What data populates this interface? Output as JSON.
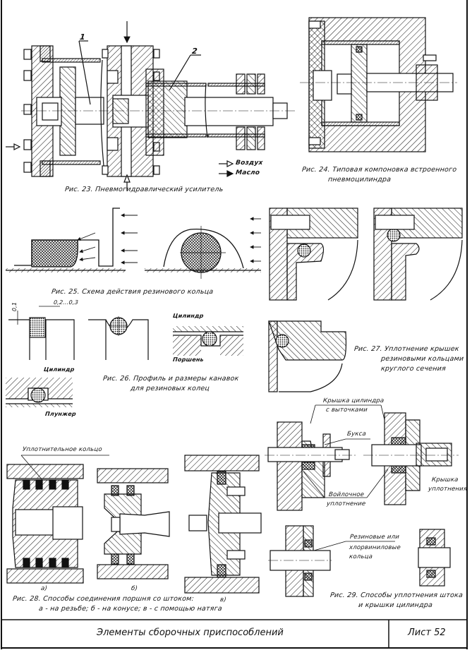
{
  "sheet": {
    "title": "Элементы сборочных приспособлений",
    "sheet_number": "Лист 52"
  },
  "fig23": {
    "caption": "Рис. 23. Пневмогидравлический усилитель",
    "callout_1": "1",
    "callout_2": "2",
    "legend": [
      {
        "label": "Воздух",
        "arrow": "hollow"
      },
      {
        "label": "Масло",
        "arrow": "filled"
      }
    ]
  },
  "fig24": {
    "caption_line1": "Рис. 24. Типовая компоновка встроенного",
    "caption_line2": "пневмоцилиндра"
  },
  "fig25": {
    "caption": "Рис. 25. Схема действия резинового кольца"
  },
  "fig26": {
    "caption_line1": "Рис. 26. Профиль и размеры канавок",
    "caption_line2": "для резиновых колец",
    "dim_gap": "0,1",
    "dim_clearance": "0,2...0,3",
    "label_cylinder_a": "Цилиндр",
    "label_piston": "Поршень",
    "label_cylinder_b": "Цилиндр",
    "label_plunger": "Плунжер"
  },
  "fig27": {
    "caption_line1": "Рис. 27. Уплотнение крышек",
    "caption_line2": "резиновыми кольцами",
    "caption_line3": "круглого сечения"
  },
  "fig28": {
    "label_ring": "Уплотнительное кольцо",
    "sub_a": "а)",
    "sub_b": "б)",
    "sub_v": "в)",
    "caption_line1": "Рис. 28. Способы соединения поршня со штоком:",
    "caption_line2": "а - на резьбе; б - на конусе; в - с помощью натяга"
  },
  "fig29": {
    "label_cover_grooves_1": "Крышка цилиндра",
    "label_cover_grooves_2": "с выточками",
    "label_bushing": "Букса",
    "label_felt_1": "Войлочное",
    "label_felt_2": "уплотнение",
    "label_seal_cover_1": "Крышка",
    "label_seal_cover_2": "уплотнения",
    "label_rings_1": "Резиновые или",
    "label_rings_2": "хлорвиниловые",
    "label_rings_3": "кольца",
    "caption_line1": "Рис. 29. Способы уплотнения штока",
    "caption_line2": "и крышки цилиндра"
  }
}
